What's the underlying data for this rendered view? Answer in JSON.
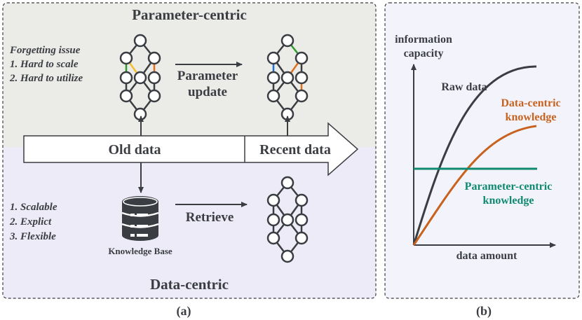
{
  "panel_a": {
    "top_title": "Parameter-centric",
    "bottom_title": "Data-centric",
    "caption": "(a)",
    "forgetting": {
      "title": "Forgetting issue",
      "items": [
        "1.  Hard to scale",
        "2.  Hard to utilize"
      ]
    },
    "update_label": [
      "Parameter",
      "update"
    ],
    "timeline": {
      "old": "Old data",
      "recent": "Recent data"
    },
    "benefits": [
      "1.  Scalable",
      "2.  Explict",
      "3.  Flexible"
    ],
    "kb_label": "Knowledge Base",
    "retrieve_label": "Retrieve"
  },
  "panel_b": {
    "caption": "(b)",
    "ylabel": [
      "information",
      "capacity"
    ],
    "xlabel": "data amount",
    "raw_label": "Raw data",
    "dc_label": [
      "Data-centric",
      "knowledge"
    ],
    "pc_label": [
      "Parameter-centric",
      "knowledge"
    ]
  },
  "colors": {
    "top_bg": "#ebebe8",
    "bottom_bg": "#ecebf7",
    "panel_b_bg": "#f3f4fb",
    "node": "#3a3d42",
    "raw_curve": "#3a3d42",
    "data_centric": "#c8621e",
    "parameter_centric": "#0f8a70",
    "edge_green": "#2a9a2a",
    "edge_yellow": "#f2c12e",
    "edge_orange": "#e0701e",
    "edge_blue": "#1f6fd0"
  },
  "chart_data": {
    "type": "line",
    "title": "",
    "xlabel": "data amount",
    "ylabel": "information capacity",
    "series": [
      {
        "name": "Raw data",
        "shape": "concave-increasing"
      },
      {
        "name": "Data-centric knowledge",
        "shape": "concave-increasing"
      },
      {
        "name": "Parameter-centric knowledge",
        "shape": "constant"
      }
    ],
    "grid": false
  }
}
